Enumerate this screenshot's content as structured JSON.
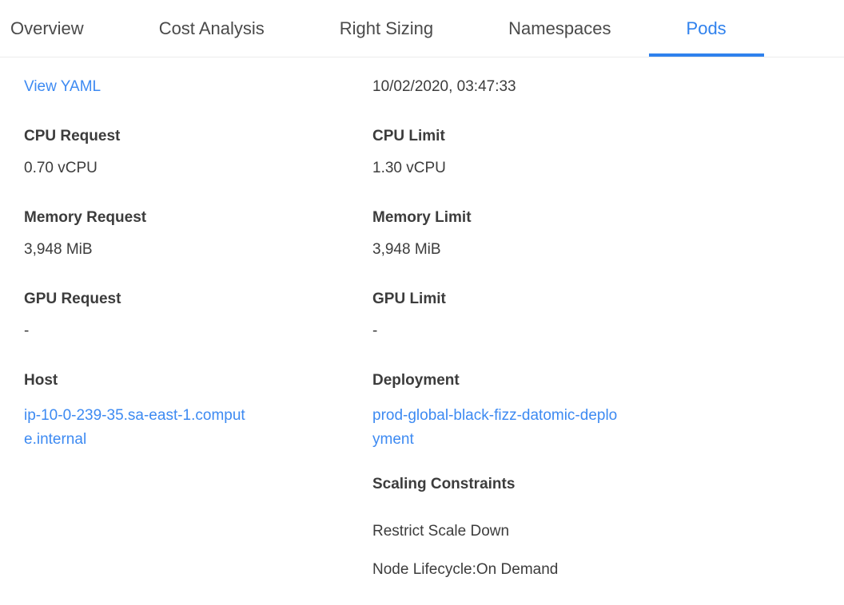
{
  "colors": {
    "accent_blue": "#2f81ed",
    "link_blue": "#3d8af2",
    "text_dark": "#3c3c3c",
    "tab_inactive": "#4a4a4a",
    "divider": "#ececec"
  },
  "tabs": {
    "items": [
      {
        "label": "Overview",
        "active": false
      },
      {
        "label": "Cost Analysis",
        "active": false
      },
      {
        "label": "Right Sizing",
        "active": false
      },
      {
        "label": "Namespaces",
        "active": false
      },
      {
        "label": "Pods",
        "active": true
      }
    ]
  },
  "details": {
    "view_yaml_label": "View YAML",
    "timestamp": "10/02/2020, 03:47:33",
    "left_fields": [
      {
        "label": "CPU Request",
        "value": "0.70 vCPU"
      },
      {
        "label": "Memory Request",
        "value": "3,948 MiB"
      },
      {
        "label": "GPU Request",
        "value": "-"
      },
      {
        "label": "Host",
        "value": "ip-10-0-239-35.sa-east-1.compute.internal"
      }
    ],
    "right_fields": [
      {
        "label": "CPU Limit",
        "value": "1.30 vCPU"
      },
      {
        "label": "Memory Limit",
        "value": "3,948 MiB"
      },
      {
        "label": "GPU Limit",
        "value": "-"
      },
      {
        "label": "Deployment",
        "value": "prod-global-black-fizz-datomic-deployment"
      }
    ],
    "scaling": {
      "title": "Scaling Constraints",
      "items": [
        "Restrict Scale Down",
        "Node Lifecycle:On Demand"
      ]
    }
  }
}
